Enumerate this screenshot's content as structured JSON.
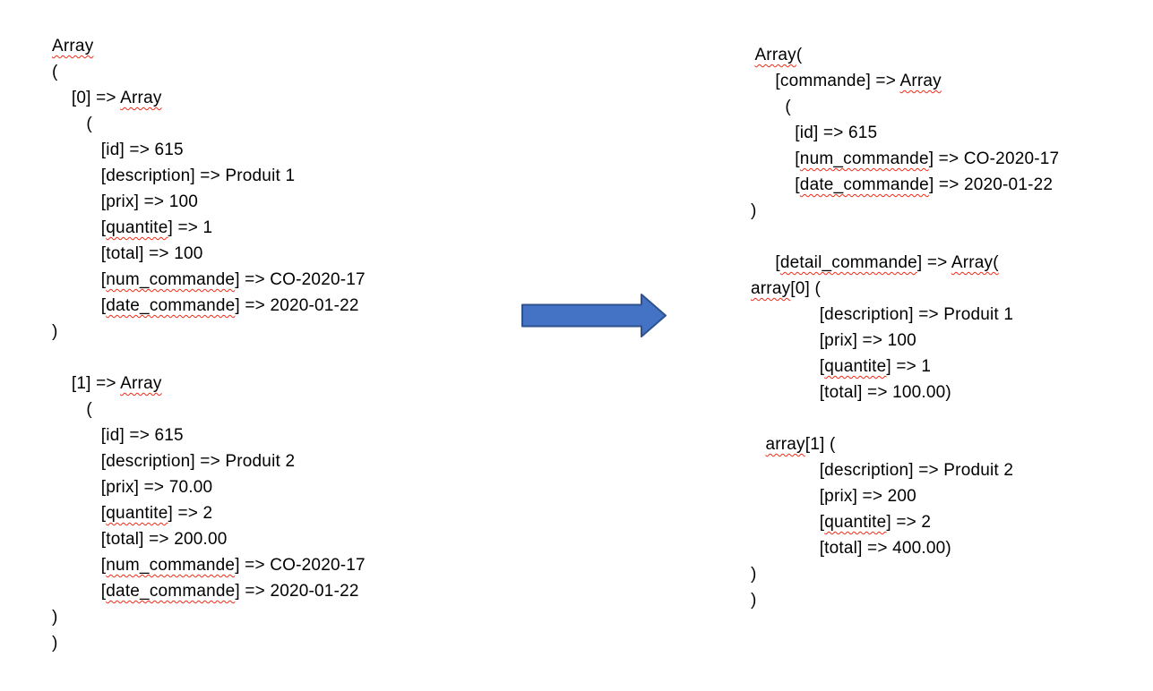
{
  "page": {
    "background": "#ffffff",
    "text_color": "#000000",
    "squiggle_color": "#f12b16"
  },
  "arrow": {
    "direction": "right",
    "fill": "#4472C4",
    "stroke": "#2F528F"
  },
  "left_block": {
    "description": "array dump before transformation",
    "lines": [
      {
        "segs": [
          {
            "t": "Array",
            "sq": true
          }
        ]
      },
      {
        "segs": [
          {
            "t": "("
          }
        ]
      },
      {
        "segs": [
          {
            "t": "    [0] => "
          },
          {
            "t": "Array",
            "sq": true
          }
        ]
      },
      {
        "segs": [
          {
            "t": "       ("
          }
        ]
      },
      {
        "segs": [
          {
            "t": "          [id] => 615"
          }
        ]
      },
      {
        "segs": [
          {
            "t": "          [description] => Produit 1"
          }
        ]
      },
      {
        "segs": [
          {
            "t": "          [prix] => 100"
          }
        ]
      },
      {
        "segs": [
          {
            "t": "          ["
          },
          {
            "t": "quantite",
            "sq": true
          },
          {
            "t": "] => 1"
          }
        ]
      },
      {
        "segs": [
          {
            "t": "          [total] => 100"
          }
        ]
      },
      {
        "segs": [
          {
            "t": "          ["
          },
          {
            "t": "num_commande",
            "sq": true
          },
          {
            "t": "] => CO-2020-17"
          }
        ]
      },
      {
        "segs": [
          {
            "t": "          ["
          },
          {
            "t": "date_commande",
            "sq": true
          },
          {
            "t": "] => 2020-01-22"
          }
        ]
      },
      {
        "segs": [
          {
            "t": ")"
          }
        ]
      },
      {
        "segs": []
      },
      {
        "segs": [
          {
            "t": "    [1] => "
          },
          {
            "t": "Array",
            "sq": true
          }
        ]
      },
      {
        "segs": [
          {
            "t": "       ("
          }
        ]
      },
      {
        "segs": [
          {
            "t": "          [id] => 615"
          }
        ]
      },
      {
        "segs": [
          {
            "t": "          [description] => Produit 2"
          }
        ]
      },
      {
        "segs": [
          {
            "t": "          [prix] => 70.00"
          }
        ]
      },
      {
        "segs": [
          {
            "t": "          ["
          },
          {
            "t": "quantite",
            "sq": true
          },
          {
            "t": "] => 2"
          }
        ]
      },
      {
        "segs": [
          {
            "t": "          [total] => 200.00"
          }
        ]
      },
      {
        "segs": [
          {
            "t": "          ["
          },
          {
            "t": "num_commande",
            "sq": true
          },
          {
            "t": "] => CO-2020-17"
          }
        ]
      },
      {
        "segs": [
          {
            "t": "          ["
          },
          {
            "t": "date_commande",
            "sq": true
          },
          {
            "t": "] => 2020-01-22"
          }
        ]
      },
      {
        "segs": [
          {
            "t": ")"
          }
        ]
      },
      {
        "segs": [
          {
            "t": ")"
          }
        ]
      }
    ]
  },
  "right_block": {
    "description": "array dump after transformation",
    "lines": [
      {
        "segs": [
          {
            "t": " "
          },
          {
            "t": "Array",
            "sq": true
          },
          {
            "t": "("
          }
        ]
      },
      {
        "segs": [
          {
            "t": "     [commande] => "
          },
          {
            "t": "Array",
            "sq": true
          }
        ]
      },
      {
        "segs": [
          {
            "t": "       ("
          }
        ]
      },
      {
        "segs": [
          {
            "t": "         [id] => 615"
          }
        ]
      },
      {
        "segs": [
          {
            "t": "         ["
          },
          {
            "t": "num_commande",
            "sq": true
          },
          {
            "t": "] => CO-2020-17"
          }
        ]
      },
      {
        "segs": [
          {
            "t": "         ["
          },
          {
            "t": "date_commande",
            "sq": true
          },
          {
            "t": "] => 2020-01-22"
          }
        ]
      },
      {
        "segs": [
          {
            "t": ")"
          }
        ]
      },
      {
        "segs": []
      },
      {
        "segs": [
          {
            "t": "     ["
          },
          {
            "t": "detail_commande",
            "sq": true
          },
          {
            "t": "] => "
          },
          {
            "t": "Array(",
            "sq": true
          }
        ]
      },
      {
        "segs": [
          {
            "t": "array",
            "sq": true
          },
          {
            "t": "[0] ("
          }
        ]
      },
      {
        "segs": [
          {
            "t": "              [description] => Produit 1"
          }
        ]
      },
      {
        "segs": [
          {
            "t": "              [prix] => 100"
          }
        ]
      },
      {
        "segs": [
          {
            "t": "              ["
          },
          {
            "t": "quantite",
            "sq": true
          },
          {
            "t": "] => 1"
          }
        ]
      },
      {
        "segs": [
          {
            "t": "              [total] => 100.00)"
          }
        ]
      },
      {
        "segs": []
      },
      {
        "segs": [
          {
            "t": "   "
          },
          {
            "t": "array",
            "sq": true
          },
          {
            "t": "[1] ("
          }
        ]
      },
      {
        "segs": [
          {
            "t": "              [description] => Produit 2"
          }
        ]
      },
      {
        "segs": [
          {
            "t": "              [prix] => 200"
          }
        ]
      },
      {
        "segs": [
          {
            "t": "              ["
          },
          {
            "t": "quantite",
            "sq": true
          },
          {
            "t": "] => 2"
          }
        ]
      },
      {
        "segs": [
          {
            "t": "              [total] => 400.00)"
          }
        ]
      },
      {
        "segs": [
          {
            "t": ")"
          }
        ]
      },
      {
        "segs": [
          {
            "t": ")"
          }
        ]
      }
    ]
  }
}
